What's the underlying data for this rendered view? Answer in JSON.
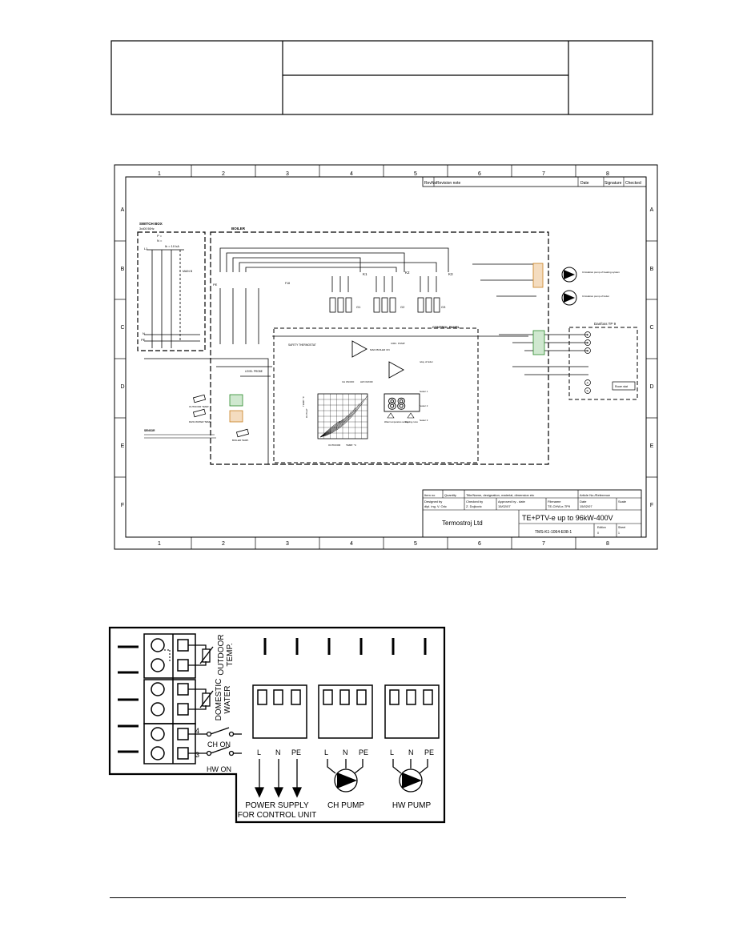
{
  "header_table": {
    "cell_left": "",
    "cell_mid_top": "",
    "cell_mid_bottom": "",
    "cell_right": ""
  },
  "schematic": {
    "columns": [
      "1",
      "2",
      "3",
      "4",
      "5",
      "6",
      "7",
      "8"
    ],
    "rows": [
      "A",
      "B",
      "C",
      "D",
      "E",
      "F"
    ],
    "revision_header": {
      "rev_no": "RevNo",
      "revision_note": "Revision note",
      "date": "Date",
      "signature": "Signature",
      "checked": "Checked"
    },
    "switch_box": {
      "title": "SWITCH BOX",
      "supply": "3x400 50Hz",
      "p": "P =",
      "n": "N =",
      "lines": "L1",
      "breaker": "Ik = 10 kA",
      "main": "MAIN B",
      "n_label": "N",
      "pe_label": "PE"
    },
    "boiler": {
      "title": "BOILER",
      "pe": "PE",
      "contactors": [
        "K1",
        "K2",
        "K3"
      ],
      "heater_groups": [
        "G1",
        "G2",
        "G3"
      ],
      "fuse": "F18",
      "safety": "SAFETY\nTHERMOSTAT",
      "level_probe": "LEVEL PROBE"
    },
    "control_panel": {
      "title": "CONTROL PANEL",
      "main_boiler": "MAIN BOILER ON",
      "circ": "CIRC. PUMP",
      "temp_c": "TEMP. °C",
      "outlet": "OUTLET",
      "outdoor": "OUTDOOR",
      "temp_c2": "TEMP. °C",
      "display": "88",
      "water_temp_setting": "Water temperature setting",
      "heating_curve": "Heating curve",
      "relay_boiler": "relay of boiler",
      "stage1": "heater 1",
      "stage2": "heater 2",
      "stage3": "heater 3",
      "ch_label": "CH ON/OFF",
      "hw_label": "HW ON/OFF"
    },
    "sensors": {
      "outdoor": "OUTDOOR TEMP.",
      "domestic": "DHW WATER TEMP.",
      "boiler": "BOILER TEMP.",
      "sensor_note": "SENSOR"
    },
    "pumps": {
      "ch_pump": "Circulation pump of heating system",
      "hw_pump": "Circulation pump of boiler"
    },
    "danfoss": {
      "title": "Danfoss TP 9",
      "terminals": [
        "1",
        "2",
        "3",
        "4",
        "5"
      ],
      "room_stat": "Room stat"
    },
    "wire_labels": {
      "l1": "L1",
      "n": "N",
      "pe": "PE",
      "l2": "L2",
      "l3": "L3"
    },
    "title_block": {
      "item_no": "Item no",
      "quantity": "Quantity",
      "title_name": "Title/Name, designation, material, dimension etc",
      "article": "Article No./Reference",
      "designed_by_label": "Designed by",
      "designed_by": "dipl. ing. V. Odc",
      "checked_by_label": "Checked by",
      "checked_by": "Z. Dojkovic",
      "approved_label": "Approved by - date",
      "approved_date": "15/02/07",
      "filename_label": "Filename",
      "filename": "TE-CHW-e-TP9",
      "date_label": "Date",
      "date": "15/02/07",
      "scale_label": "Scale",
      "company": "Termostroj Ltd",
      "drawing_title": "TE+PTV-e up to 96kW-400V",
      "drawing_no": "TMS-K1-1064-E08-1",
      "edition_label": "Edition",
      "edition": "0",
      "sheet_label": "Sheet",
      "sheet": "1"
    }
  },
  "terminal_panel": {
    "sensors": [
      {
        "label": "OUTDOOR\nTEMP.",
        "line1": "OUTDOOR",
        "line2": "TEMP."
      },
      {
        "label": "DOMESTIC\nWATER",
        "line1": "DOMESTIC",
        "line2": "WATER"
      }
    ],
    "switch_numbers": [
      "4",
      "3"
    ],
    "switch_labels": [
      "CH ON",
      "HW ON"
    ],
    "pump_terminals": [
      "L",
      "N",
      "PE"
    ],
    "groups": [
      {
        "caption_line1": "POWER SUPPLY",
        "caption_line2": "FOR CONTROL UNIT"
      },
      {
        "caption_line1": "CH PUMP",
        "caption_line2": ""
      },
      {
        "caption_line1": "HW PUMP",
        "caption_line2": ""
      }
    ]
  }
}
